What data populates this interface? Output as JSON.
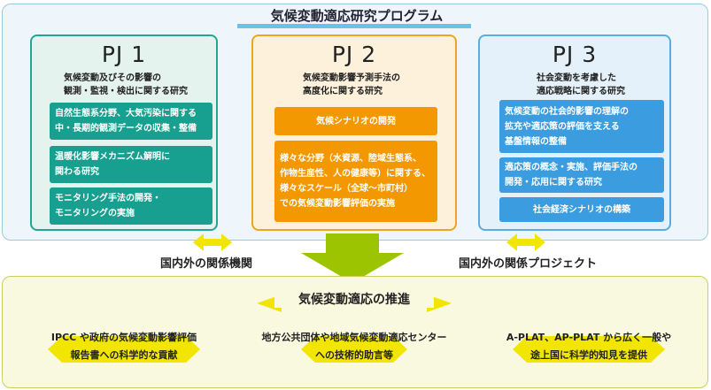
{
  "program": {
    "title": "気候変動適応研究プログラム"
  },
  "projects": [
    {
      "title": "PJ 1",
      "subtitle_lines": [
        "気候変動及びその影響の",
        "観測・監視・検出に関する研究"
      ],
      "items": [
        {
          "lines": [
            "自然生態系分野、大気汚染に関する",
            "中・長期的観測データの収集・整備"
          ]
        },
        {
          "lines": [
            "温暖化影響メカニズム解明に",
            "関わる研究"
          ]
        },
        {
          "lines": [
            "モニタリング手法の開発・",
            "モニタリングの実施"
          ]
        }
      ]
    },
    {
      "title": "PJ 2",
      "subtitle_lines": [
        "気候変動影響予測手法の",
        "高度化に関する研究"
      ],
      "items": [
        {
          "lines": [
            "気候シナリオの開発"
          ]
        },
        {
          "lines": [
            "様々な分野（水資源、陸域生態系、",
            "作物生産性、人の健康等）に関する、",
            "様々なスケール（全球〜市町村）",
            "での気候変動影響評価の実施"
          ]
        }
      ]
    },
    {
      "title": "PJ 3",
      "subtitle_lines": [
        "社会変動を考慮した",
        "適応戦略に関する研究"
      ],
      "items": [
        {
          "lines": [
            "気候変動の社会的影響の理解の",
            "拡充や適応策の評価を支える",
            "基盤情報の整備"
          ]
        },
        {
          "lines": [
            "適応策の概念・実施、評価手法の",
            "開発・応用に関する研究"
          ]
        },
        {
          "lines": [
            "社会経済シナリオの構築"
          ]
        }
      ]
    }
  ],
  "links": {
    "left_label": "国内外の関係機関",
    "right_label": "国内外の関係プロジェクト"
  },
  "promotion": {
    "title": "気候変動適応の推進",
    "items": [
      {
        "lines": [
          "IPCC や政府の気候変動影響評価",
          "報告書への科学的な貢献"
        ]
      },
      {
        "lines": [
          "地方公共団体や地域気候変動適応センター",
          "への技術的助言等"
        ]
      },
      {
        "lines": [
          "A-PLAT、AP-PLAT から広く一般や",
          "途上国に科学的知見を提供"
        ]
      }
    ]
  },
  "colors": {
    "pj1_accent": "#17a08f",
    "pj2_accent": "#f39800",
    "pj3_accent": "#3b9de0",
    "arrow_green": "#9cc400",
    "arrow_yellow": "#f2e600",
    "title_bar": "#6cc1ec"
  }
}
